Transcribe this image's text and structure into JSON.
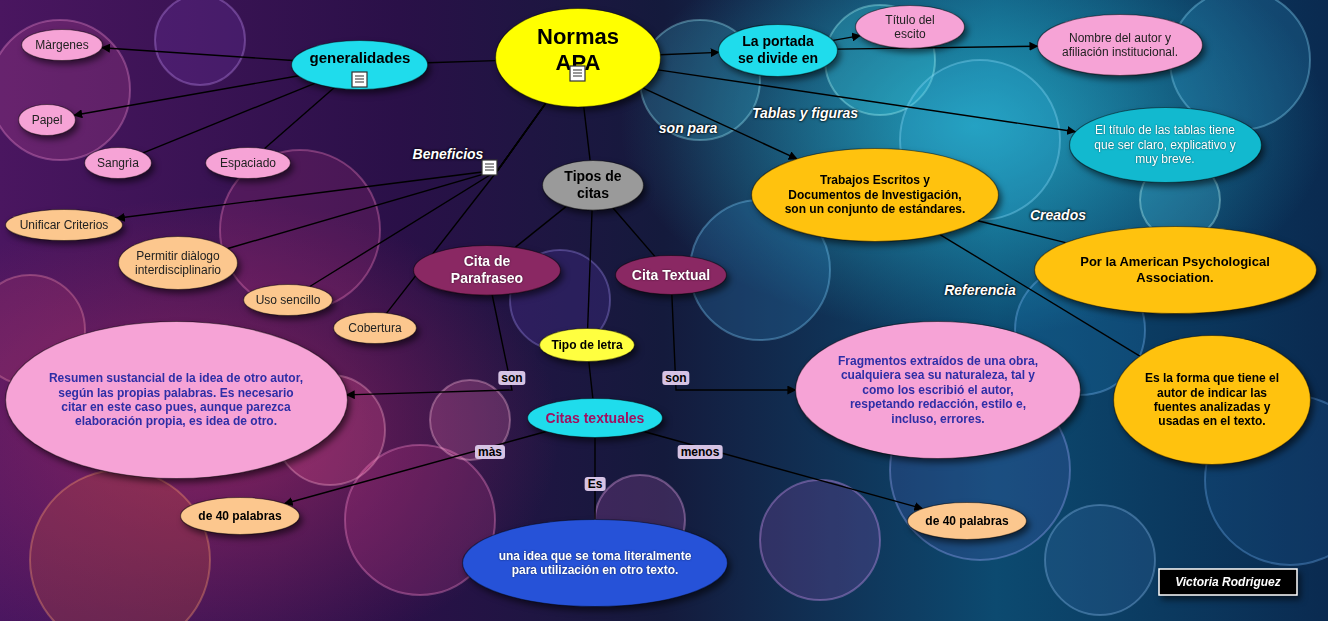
{
  "diagram": {
    "nodes": [
      {
        "text": [
          "Normas APA"
        ]
      },
      {
        "text": [
          "generalidades"
        ]
      },
      {
        "text": [
          "Màrgenes"
        ]
      },
      {
        "text": [
          "Papel"
        ]
      },
      {
        "text": [
          "Sangrìa"
        ]
      },
      {
        "text": [
          "Espaciado"
        ]
      },
      {
        "text": [
          "La portada se divide en"
        ]
      },
      {
        "text": [
          "Título del escito"
        ]
      },
      {
        "text": [
          "Nombre del autor y afiliación institucional."
        ]
      },
      {
        "text": [
          "El título de las tablas tiene que ser claro, explicativo y muy breve."
        ]
      },
      {
        "text": [
          "Trabajos Escritos y Documentos de Investigación, son un conjunto de estándares."
        ]
      },
      {
        "text": [
          "Por la American Psychological Association."
        ]
      },
      {
        "text": [
          "Es la forma que tiene el autor de indicar las fuentes analizadas y usadas en el texto."
        ]
      },
      {
        "text": [
          "Tipos de citas"
        ]
      },
      {
        "text": [
          "Unificar Criterios"
        ]
      },
      {
        "text": [
          "Permitir diàlogo interdisciplinario"
        ]
      },
      {
        "text": [
          "Uso sencillo"
        ]
      },
      {
        "text": [
          "Cobertura"
        ]
      },
      {
        "text": [
          "Cita de Parafraseo"
        ]
      },
      {
        "text": [
          "Cita Textual"
        ]
      },
      {
        "text": [
          "Tipo de letra"
        ]
      },
      {
        "text": [
          "Resumen sustancial de la idea de otro autor, según las propias palabras. Es necesario citar en este caso pues, aunque parezca elaboración propia, es idea de otro."
        ]
      },
      {
        "text": [
          "Fragmentos extraídos de una obra, cualquiera sea su naturaleza, tal y como los escribió el autor, respetando redacción, estilo e, incluso, errores."
        ]
      },
      {
        "text": [
          "Citas textuales"
        ]
      },
      {
        "text": [
          "de 40 palabras"
        ]
      },
      {
        "text": [
          "de 40 palabras"
        ]
      },
      {
        "text": [
          "una idea que se toma literalmente para utilización en otro texto."
        ]
      },
      {
        "text": [
          "Victoria Rodriguez"
        ]
      }
    ],
    "edges": [
      {
        "from": 0,
        "to": 1,
        "arrow": "none"
      },
      {
        "from": 1,
        "to": 2,
        "arrow": "to"
      },
      {
        "from": 1,
        "to": 3,
        "arrow": "to"
      },
      {
        "from": 1,
        "to": 4,
        "arrow": "none"
      },
      {
        "from": 1,
        "to": 5,
        "arrow": "none"
      },
      {
        "from": 0,
        "to": 6,
        "arrow": "to"
      },
      {
        "from": 6,
        "to": 7,
        "arrow": "to"
      },
      {
        "from": 6,
        "to": 8,
        "arrow": "to"
      },
      {
        "from": 0,
        "to": 9,
        "label": "Tablas y figuras",
        "arrow": "to"
      },
      {
        "from": 0,
        "to": 10,
        "label": "son para",
        "arrow": "to"
      },
      {
        "from": 10,
        "to": 11,
        "label": "Creados",
        "arrow": "none"
      },
      {
        "from": 10,
        "to": 12,
        "label": "Referencia",
        "arrow": "none"
      },
      {
        "from": 0,
        "to": 14,
        "label": "Beneficios",
        "arrow": "to"
      },
      {
        "from": 0,
        "to": 15,
        "arrow": "none"
      },
      {
        "from": 0,
        "to": 16,
        "arrow": "none"
      },
      {
        "from": 0,
        "to": 17,
        "arrow": "none"
      },
      {
        "from": 0,
        "to": 13,
        "arrow": "none"
      },
      {
        "from": 13,
        "to": 18,
        "arrow": "none"
      },
      {
        "from": 13,
        "to": 19,
        "arrow": "none"
      },
      {
        "from": 13,
        "to": 20,
        "arrow": "none"
      },
      {
        "from": 20,
        "to": 23,
        "arrow": "none"
      },
      {
        "from": 18,
        "to": 21,
        "label": "son",
        "arrow": "to"
      },
      {
        "from": 19,
        "to": 22,
        "label": "son",
        "arrow": "to"
      },
      {
        "from": 23,
        "to": 24,
        "label": "màs",
        "arrow": "to"
      },
      {
        "from": 23,
        "to": 25,
        "label": "menos",
        "arrow": "to"
      },
      {
        "from": 23,
        "to": 26,
        "label": "Es",
        "arrow": "none"
      }
    ]
  }
}
